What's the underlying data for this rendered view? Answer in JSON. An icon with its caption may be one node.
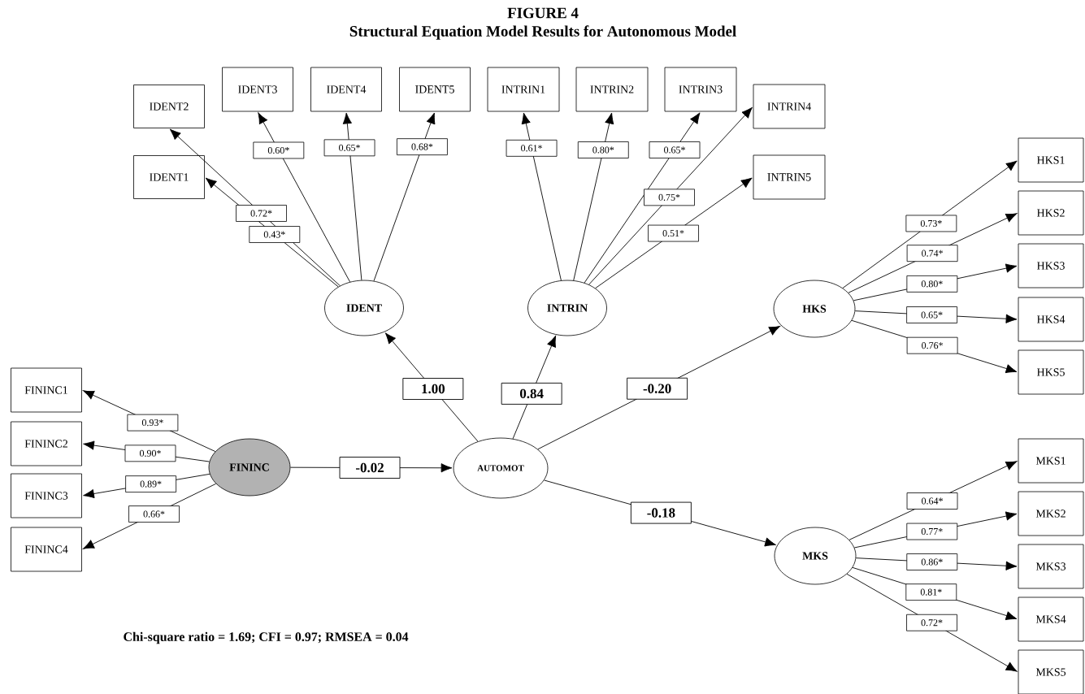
{
  "diagram": {
    "title": "FIGURE 4",
    "caption": "Structural Equation Model Results for Autonomous Model",
    "nodes": [
      {
        "text": [
          "IDENT1"
        ]
      },
      {
        "text": [
          "IDENT2"
        ]
      },
      {
        "text": [
          "IDENT3"
        ]
      },
      {
        "text": [
          "IDENT4"
        ]
      },
      {
        "text": [
          "IDENT5"
        ]
      },
      {
        "text": [
          "INTRIN1"
        ]
      },
      {
        "text": [
          "INTRIN2"
        ]
      },
      {
        "text": [
          "INTRIN3"
        ]
      },
      {
        "text": [
          "INTRIN4"
        ]
      },
      {
        "text": [
          "INTRIN5"
        ]
      },
      {
        "text": [
          "IDENT"
        ]
      },
      {
        "text": [
          "INTRIN"
        ]
      },
      {
        "text": [
          "HKS1"
        ]
      },
      {
        "text": [
          "HKS2"
        ]
      },
      {
        "text": [
          "HKS3"
        ]
      },
      {
        "text": [
          "HKS4"
        ]
      },
      {
        "text": [
          "HKS5"
        ]
      },
      {
        "text": [
          "HKS"
        ]
      },
      {
        "text": [
          "FININC1"
        ]
      },
      {
        "text": [
          "FININC2"
        ]
      },
      {
        "text": [
          "FININC3"
        ]
      },
      {
        "text": [
          "FININC4"
        ]
      },
      {
        "text": [
          "FININC"
        ]
      },
      {
        "text": [
          "AUTOMOT"
        ]
      },
      {
        "text": [
          "MKS"
        ]
      },
      {
        "text": [
          "MKS1"
        ]
      },
      {
        "text": [
          "MKS2"
        ]
      },
      {
        "text": [
          "MKS3"
        ]
      },
      {
        "text": [
          "MKS4"
        ]
      },
      {
        "text": [
          "MKS5"
        ]
      }
    ],
    "edges": [
      {
        "from": 10,
        "to": 0,
        "arrow": "to",
        "label": "0.43*"
      },
      {
        "from": 10,
        "to": 1,
        "arrow": "to",
        "label": "0.72*"
      },
      {
        "from": 10,
        "to": 2,
        "arrow": "to",
        "label": "0.60*"
      },
      {
        "from": 10,
        "to": 3,
        "arrow": "to",
        "label": "0.65*"
      },
      {
        "from": 10,
        "to": 4,
        "arrow": "to",
        "label": "0.68*"
      },
      {
        "from": 11,
        "to": 5,
        "arrow": "to",
        "label": "0.61*"
      },
      {
        "from": 11,
        "to": 6,
        "arrow": "to",
        "label": "0.80*"
      },
      {
        "from": 11,
        "to": 7,
        "arrow": "to",
        "label": "0.65*"
      },
      {
        "from": 11,
        "to": 8,
        "arrow": "to",
        "label": "0.75*"
      },
      {
        "from": 11,
        "to": 9,
        "arrow": "to",
        "label": "0.51*"
      },
      {
        "from": 17,
        "to": 12,
        "arrow": "to",
        "label": "0.73*"
      },
      {
        "from": 17,
        "to": 13,
        "arrow": "to",
        "label": "0.74*"
      },
      {
        "from": 17,
        "to": 14,
        "arrow": "to",
        "label": "0.80*"
      },
      {
        "from": 17,
        "to": 15,
        "arrow": "to",
        "label": "0.65*"
      },
      {
        "from": 17,
        "to": 16,
        "arrow": "to",
        "label": "0.76*"
      },
      {
        "from": 22,
        "to": 18,
        "arrow": "to",
        "label": "0.93*"
      },
      {
        "from": 22,
        "to": 19,
        "arrow": "to",
        "label": "0.90*"
      },
      {
        "from": 22,
        "to": 20,
        "arrow": "to",
        "label": "0.89*"
      },
      {
        "from": 22,
        "to": 21,
        "arrow": "to",
        "label": "0.66*"
      },
      {
        "from": 22,
        "to": 23,
        "arrow": "to",
        "label": "-0.02"
      },
      {
        "from": 23,
        "to": 10,
        "arrow": "to",
        "label": "1.00"
      },
      {
        "from": 23,
        "to": 11,
        "arrow": "to",
        "label": "0.84"
      },
      {
        "from": 23,
        "to": 17,
        "arrow": "to",
        "label": "-0.20"
      },
      {
        "from": 23,
        "to": 24,
        "arrow": "to",
        "label": "-0.18"
      },
      {
        "from": 24,
        "to": 25,
        "arrow": "to",
        "label": "0.64*"
      },
      {
        "from": 24,
        "to": 26,
        "arrow": "to",
        "label": "0.77*"
      },
      {
        "from": 24,
        "to": 27,
        "arrow": "to",
        "label": "0.86*"
      },
      {
        "from": 24,
        "to": 28,
        "arrow": "to",
        "label": "0.81*"
      },
      {
        "from": 24,
        "to": 29,
        "arrow": "to",
        "label": "0.72*"
      }
    ],
    "labels": [
      "Chi-square ratio = 1.69; CFI = 0.97; RMSEA = 0.04"
    ]
  }
}
